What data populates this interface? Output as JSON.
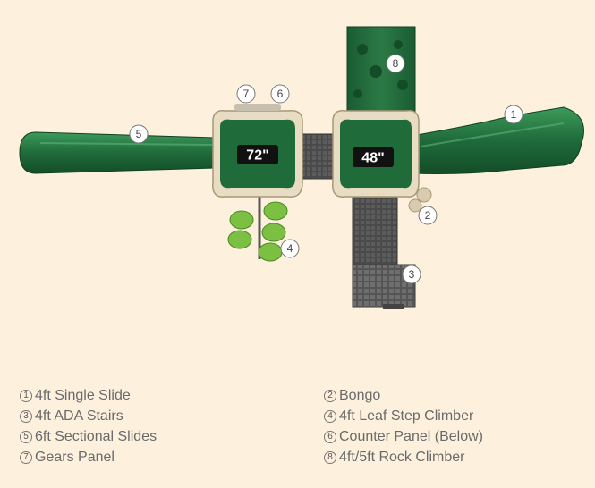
{
  "decks": [
    {
      "height": "72\""
    },
    {
      "height": "48\""
    }
  ],
  "callouts": [
    "1",
    "2",
    "3",
    "4",
    "5",
    "6",
    "7",
    "8"
  ],
  "legend": [
    {
      "num": "1",
      "text": "4ft Single Slide"
    },
    {
      "num": "2",
      "text": "Bongo"
    },
    {
      "num": "3",
      "text": "4ft ADA Stairs"
    },
    {
      "num": "4",
      "text": "4ft Leaf Step Climber"
    },
    {
      "num": "5",
      "text": "6ft Sectional Slides"
    },
    {
      "num": "6",
      "text": "Counter Panel (Below)"
    },
    {
      "num": "7",
      "text": "Gears Panel"
    },
    {
      "num": "8",
      "text": "4ft/5ft Rock Climber"
    }
  ],
  "colors": {
    "background": "#fdf1de",
    "equipment_green": "#1f6b3a",
    "roof_tan": "#e8dcc3",
    "steel": "#4a4a4a"
  }
}
